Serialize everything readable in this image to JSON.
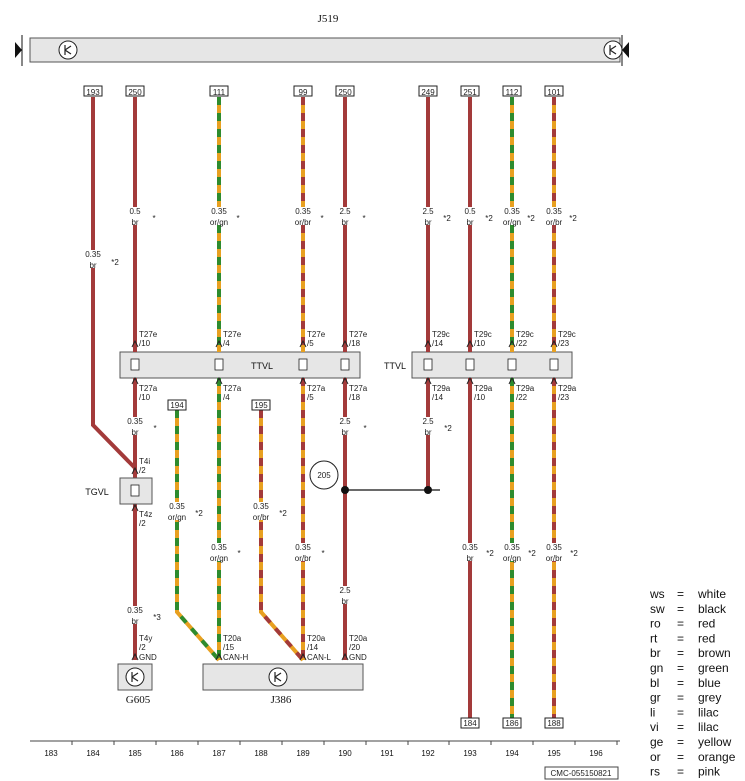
{
  "top_module": {
    "label": "J519"
  },
  "bottom_modules": [
    {
      "id": "g605",
      "label": "G605"
    },
    {
      "id": "j386",
      "label": "J386"
    }
  ],
  "connector_labels": {
    "ttvl_left": "TTVL",
    "ttvl_right": "TTVL",
    "tgvl": "TGVL"
  },
  "splice": {
    "label": "205"
  },
  "columns": [
    "183",
    "184",
    "185",
    "186",
    "187",
    "188",
    "189",
    "190",
    "191",
    "192",
    "193",
    "194",
    "195",
    "196"
  ],
  "wires": [
    {
      "ref": "193",
      "cross": "0.35",
      "color_code": "br",
      "note": "*2",
      "colors": [
        "#a33a3a"
      ]
    },
    {
      "ref": "250",
      "cross": "0.5",
      "color_code": "br",
      "note": "*",
      "colors": [
        "#a33a3a"
      ],
      "pin_top": "T27e",
      "pin_top_n": "/10",
      "pin_mid": "T27a",
      "pin_mid_n": "/10",
      "cross2": "0.35",
      "color_code2": "br",
      "note2": "*",
      "pin_t4i": "T4i",
      "pin_t4i_n": "/2",
      "pin_t4z": "T4z",
      "pin_t4z_n": "/2",
      "cross3": "0.35",
      "color_code3": "br",
      "note3": "*3",
      "pin_end": "T4y",
      "pin_end_n": "/2",
      "pin_end_sig": "GND"
    },
    {
      "ref": "111",
      "cross": "0.35",
      "color_code": "or/gn",
      "note": "*",
      "colors": [
        "#e8a020",
        "#2e8b2e"
      ],
      "pin_top": "T27e",
      "pin_top_n": "/4",
      "pin_mid": "T27a",
      "pin_mid_n": "/4",
      "cross2": "0.35",
      "color_code2": "or/gn",
      "note2": "*",
      "pin_end": "T20a",
      "pin_end_n": "/15",
      "pin_end_sig": "CAN-H"
    },
    {
      "ref": "99",
      "cross": "0.35",
      "color_code": "or/br",
      "note": "*",
      "colors": [
        "#e8a020",
        "#a33a3a"
      ],
      "pin_top": "T27e",
      "pin_top_n": "/5",
      "pin_mid": "T27a",
      "pin_mid_n": "/5",
      "cross2": "0.35",
      "color_code2": "or/br",
      "note2": "*",
      "pin_end": "T20a",
      "pin_end_n": "/14",
      "pin_end_sig": "CAN-L"
    },
    {
      "ref": "250",
      "cross": "2.5",
      "color_code": "br",
      "note": "*",
      "colors": [
        "#a33a3a"
      ],
      "pin_top": "T27e",
      "pin_top_n": "/18",
      "pin_mid": "T27a",
      "pin_mid_n": "/18",
      "cross2": "2.5",
      "color_code2": "br",
      "note2": "*",
      "cross3": "2.5",
      "color_code3": "br",
      "pin_end": "T20a",
      "pin_end_n": "/20",
      "pin_end_sig": "GND"
    },
    {
      "ref": "249",
      "cross": "2.5",
      "color_code": "br",
      "note": "*2",
      "colors": [
        "#a33a3a"
      ],
      "pin_top": "T29c",
      "pin_top_n": "/14",
      "pin_mid": "T29a",
      "pin_mid_n": "/14",
      "cross2": "2.5",
      "color_code2": "br",
      "note2": "*2"
    },
    {
      "ref": "251",
      "cross": "0.5",
      "color_code": "br",
      "note": "*2",
      "colors": [
        "#a33a3a"
      ],
      "pin_top": "T29c",
      "pin_top_n": "/10",
      "pin_mid": "T29a",
      "pin_mid_n": "/10",
      "cross2": "0.35",
      "color_code2": "br",
      "note2": "*2",
      "ref_end": "184"
    },
    {
      "ref": "112",
      "cross": "0.35",
      "color_code": "or/gn",
      "note": "*2",
      "colors": [
        "#e8a020",
        "#2e8b2e"
      ],
      "pin_top": "T29c",
      "pin_top_n": "/22",
      "pin_mid": "T29a",
      "pin_mid_n": "/22",
      "cross2": "0.35",
      "color_code2": "or/gn",
      "note2": "*2",
      "ref_end": "186"
    },
    {
      "ref": "101",
      "cross": "0.35",
      "color_code": "or/br",
      "note": "*2",
      "colors": [
        "#e8a020",
        "#a33a3a"
      ],
      "pin_top": "T29c",
      "pin_top_n": "/23",
      "pin_mid": "T29a",
      "pin_mid_n": "/23",
      "cross2": "0.35",
      "color_code2": "or/br",
      "note2": "*2",
      "ref_end": "188"
    }
  ],
  "side_wires": [
    {
      "ref": "194",
      "cross": "0.35",
      "color_code": "or/gn",
      "note": "*2"
    },
    {
      "ref": "195",
      "cross": "0.35",
      "color_code": "or/br",
      "note": "*2"
    }
  ],
  "legend": [
    {
      "code": "ws",
      "eq": "=",
      "name": "white"
    },
    {
      "code": "sw",
      "eq": "=",
      "name": "black"
    },
    {
      "code": "ro",
      "eq": "=",
      "name": "red"
    },
    {
      "code": "rt",
      "eq": "=",
      "name": "red"
    },
    {
      "code": "br",
      "eq": "=",
      "name": "brown"
    },
    {
      "code": "gn",
      "eq": "=",
      "name": "green"
    },
    {
      "code": "bl",
      "eq": "=",
      "name": "blue"
    },
    {
      "code": "gr",
      "eq": "=",
      "name": "grey"
    },
    {
      "code": "li",
      "eq": "=",
      "name": "lilac"
    },
    {
      "code": "vi",
      "eq": "=",
      "name": "lilac"
    },
    {
      "code": "ge",
      "eq": "=",
      "name": "yellow"
    },
    {
      "code": "or",
      "eq": "=",
      "name": "orange"
    },
    {
      "code": "rs",
      "eq": "=",
      "name": "pink"
    }
  ],
  "footer_code": "CMC-055150821"
}
